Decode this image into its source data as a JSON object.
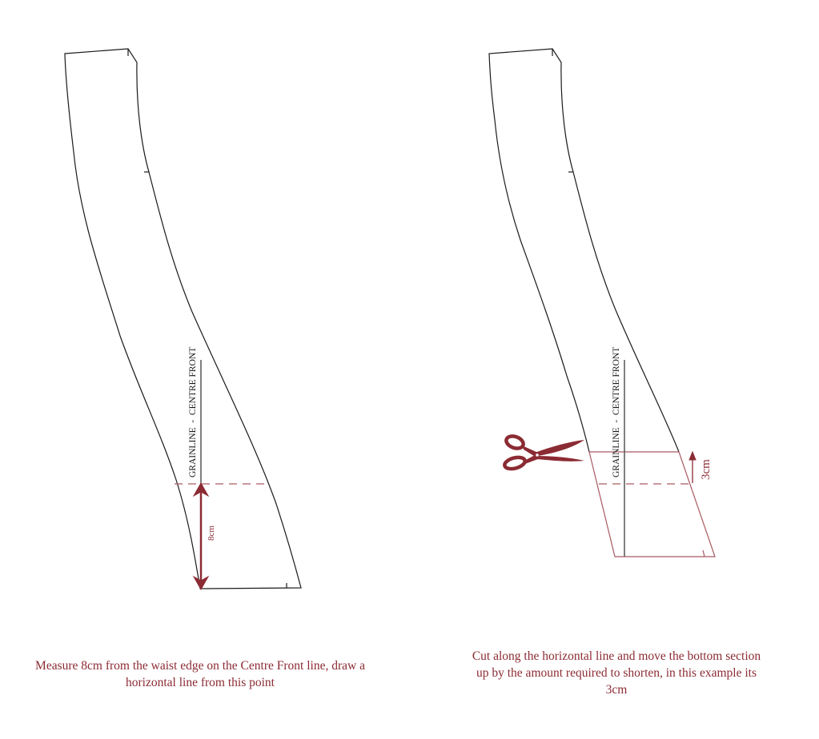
{
  "colors": {
    "accent": "#8b2b33",
    "line": "#1a1a1a",
    "grain": "#555555"
  },
  "left_panel": {
    "grainline_label": "GRAINLINE  -  CENTRE FRONT",
    "measure_label": "8cm",
    "caption": "Measure 8cm from the waist edge on the Centre Front line, draw a horizontal line from this point"
  },
  "right_panel": {
    "grainline_label": "GRAINLINE  -  CENTRE FRONT",
    "shift_label": "3cm",
    "icon": "scissors-icon",
    "caption": "Cut along the horizontal line and move the bottom section up by the amount required to shorten, in this example its 3cm"
  }
}
